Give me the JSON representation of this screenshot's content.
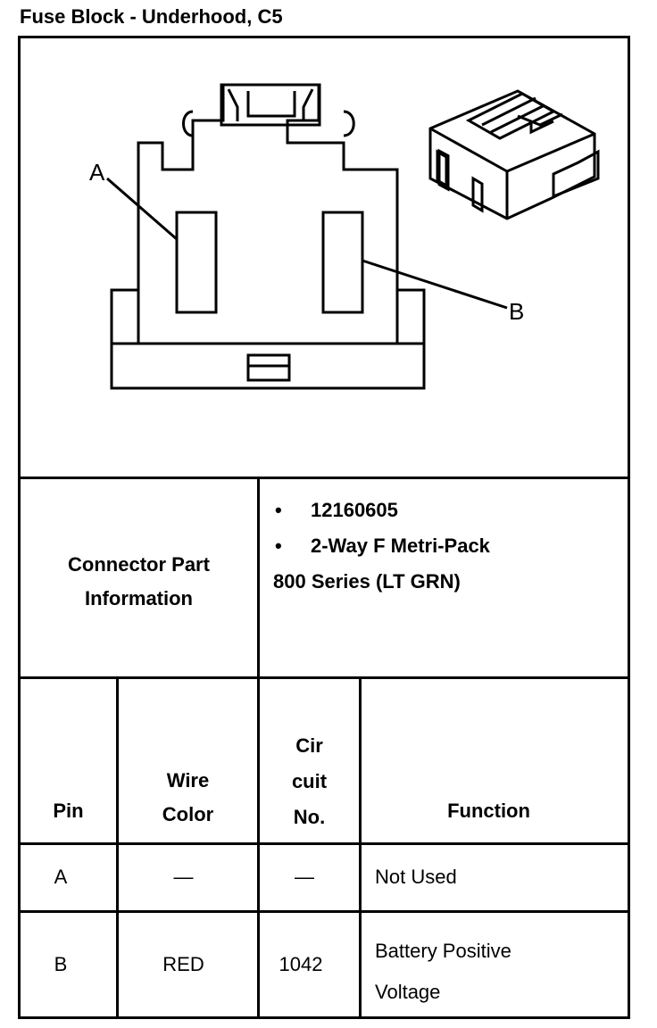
{
  "title": "Fuse Block - Underhood, C5",
  "diagram": {
    "label_a": "A",
    "label_b": "B"
  },
  "connector_info": {
    "heading_line1": "Connector Part",
    "heading_line2": "Information",
    "bullets": [
      "12160605",
      "2-Way F Metri-Pack"
    ],
    "continuation": "800 Series (LT GRN)",
    "bullet_glyph": "•"
  },
  "table": {
    "headers": {
      "pin": "Pin",
      "wire_color_1": "Wire",
      "wire_color_2": "Color",
      "circuit_1": "Cir",
      "circuit_2": "cuit",
      "circuit_3": "No.",
      "function": "Function"
    },
    "rows": [
      {
        "pin": "A",
        "wire_color": "—",
        "circuit": "—",
        "function_1": "Not Used",
        "function_2": ""
      },
      {
        "pin": "B",
        "wire_color": "RED",
        "circuit": "1042",
        "function_1": "Battery Positive",
        "function_2": "Voltage"
      }
    ]
  }
}
